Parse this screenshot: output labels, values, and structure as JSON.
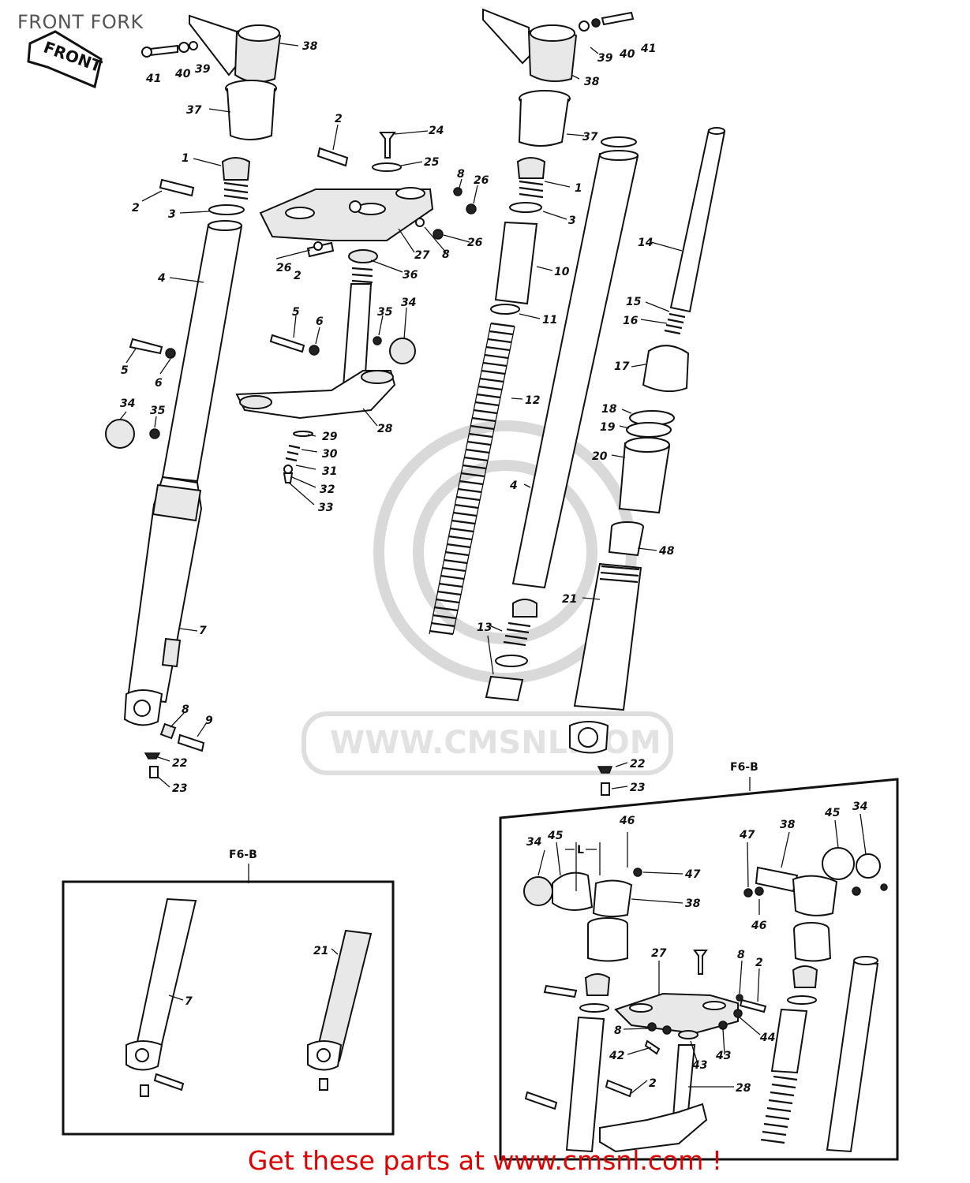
{
  "page": {
    "title": "FRONT FORK"
  },
  "front_arrow": "FRONT",
  "watermark": "WWW.CMSNL.COM",
  "footer": "Get these parts at www.cmsnl.com !",
  "insets": {
    "left": "F6-B",
    "right": "F6-B",
    "dimension_label": "L"
  },
  "callouts": {
    "c1a": "1",
    "c1b": "1",
    "c2a": "2",
    "c2b": "2",
    "c2c": "2",
    "c3a": "3",
    "c3b": "3",
    "c4a": "4",
    "c4b": "4",
    "c5": "5",
    "c5b": "5",
    "c6": "6",
    "c6b": "6",
    "c7": "7",
    "c8a": "8",
    "c8b": "8",
    "c8c": "8",
    "c9": "9",
    "c10": "10",
    "c11": "11",
    "c12": "12",
    "c13": "13",
    "c14": "14",
    "c15": "15",
    "c16": "16",
    "c17": "17",
    "c18": "18",
    "c19": "19",
    "c20": "20",
    "c21": "21",
    "c22a": "22",
    "c22b": "22",
    "c23a": "23",
    "c23b": "23",
    "c24": "24",
    "c25": "25",
    "c26a": "26",
    "c26b": "26",
    "c26c": "26",
    "c27": "27",
    "c28": "28",
    "c29": "29",
    "c30": "30",
    "c31": "31",
    "c32": "32",
    "c33": "33",
    "c34a": "34",
    "c34b": "34",
    "c35a": "35",
    "c35b": "35",
    "c36": "36",
    "c37a": "37",
    "c37b": "37",
    "c38a": "38",
    "c38b": "38",
    "c39a": "39",
    "c39b": "39",
    "c40a": "40",
    "c40b": "40",
    "c41a": "41",
    "c41b": "41",
    "c48": "48",
    "i7": "7",
    "i21": "21",
    "r34a": "34",
    "r45a": "45",
    "r46a": "46",
    "r47a": "47",
    "r38a": "38",
    "r47b": "47",
    "r38b": "38",
    "r45b": "45",
    "r34b": "34",
    "r46b": "46",
    "r27": "27",
    "r8a": "8",
    "r2a": "2",
    "r8b": "8",
    "r44": "44",
    "r42": "42",
    "r43a": "43",
    "r43b": "43",
    "r2b": "2",
    "r28": "28"
  }
}
